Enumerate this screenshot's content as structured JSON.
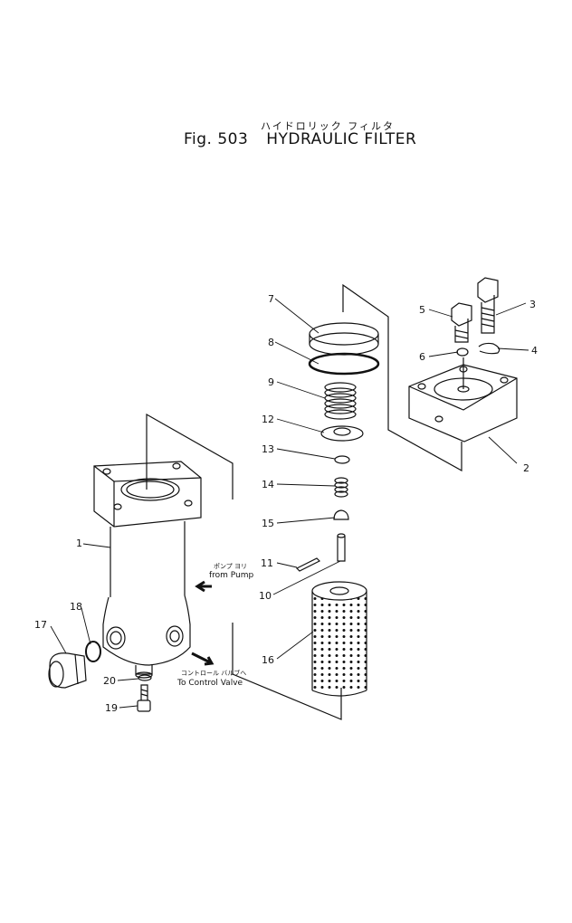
{
  "header": {
    "subtitle_jp": "ハイドロリック フィルタ",
    "fig_label": "Fig. 503",
    "title": "HYDRAULIC FILTER"
  },
  "flow_labels": {
    "from_pump_jp": "ポンプ ヨリ",
    "from_pump": "from Pump",
    "to_valve_jp": "コントロール バルブヘ",
    "to_valve": "To Control Valve"
  },
  "callouts": [
    {
      "id": "1",
      "label": "1"
    },
    {
      "id": "2",
      "label": "2"
    },
    {
      "id": "3",
      "label": "3"
    },
    {
      "id": "4",
      "label": "4"
    },
    {
      "id": "5",
      "label": "5"
    },
    {
      "id": "6",
      "label": "6"
    },
    {
      "id": "7",
      "label": "7"
    },
    {
      "id": "8",
      "label": "8"
    },
    {
      "id": "9",
      "label": "9"
    },
    {
      "id": "10",
      "label": "10"
    },
    {
      "id": "11",
      "label": "11"
    },
    {
      "id": "12",
      "label": "12"
    },
    {
      "id": "13",
      "label": "13"
    },
    {
      "id": "14",
      "label": "14"
    },
    {
      "id": "15",
      "label": "15"
    },
    {
      "id": "16",
      "label": "16"
    },
    {
      "id": "17",
      "label": "17"
    },
    {
      "id": "18",
      "label": "18"
    },
    {
      "id": "19",
      "label": "19"
    },
    {
      "id": "20",
      "label": "20"
    }
  ]
}
